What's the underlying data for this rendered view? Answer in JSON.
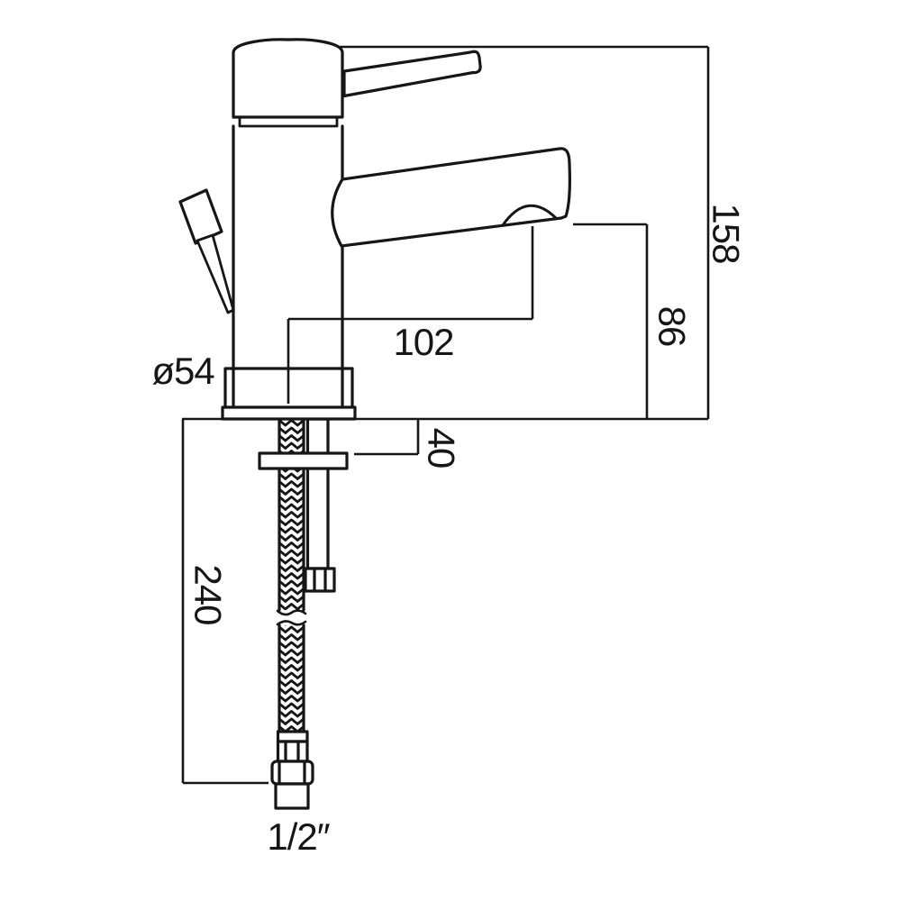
{
  "diagram": {
    "background_color": "#ffffff",
    "line_color": "#161616",
    "dimensions": {
      "overall_height": "158",
      "spout_height": "86",
      "spout_reach": "102",
      "base_diameter": "ø54",
      "deck_thickness": "40",
      "hose_length": "240",
      "connection_size": "1/2″"
    }
  }
}
